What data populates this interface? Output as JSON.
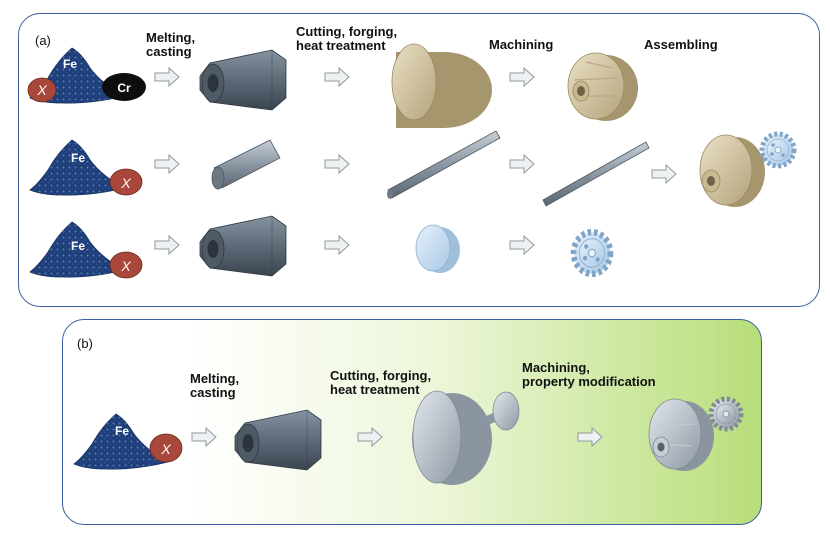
{
  "panel_a": {
    "label": "(a)",
    "steps": [
      "Melting,\ncasting",
      "Cutting, forging,\nheat treatment",
      "Machining",
      "Assembling"
    ],
    "rows": [
      {
        "ores": [
          "Fe",
          "X",
          "Cr"
        ]
      },
      {
        "ores": [
          "Fe",
          "X"
        ]
      },
      {
        "ores": [
          "Fe",
          "X"
        ]
      }
    ]
  },
  "panel_b": {
    "label": "(b)",
    "steps": [
      "Melting,\ncasting",
      "Cutting, forging,\nheat treatment",
      "Machining,\nproperty modification"
    ],
    "ores": [
      "Fe",
      "X"
    ]
  },
  "colors": {
    "border": "#3b5fa0",
    "ore_blue": "#1f3f7a",
    "alloy_red": "#a8473a",
    "chromium_black": "#0e0e0e",
    "ingot": "#5d6a78",
    "tan_part": "#d6c7a0",
    "steel_part": "#a9b4bf",
    "blue_part": "#bcd7ee",
    "arrow_fill": "#edf1f2",
    "arrow_stroke": "#8f9a9c",
    "gradient_end": "#b8de7a"
  }
}
